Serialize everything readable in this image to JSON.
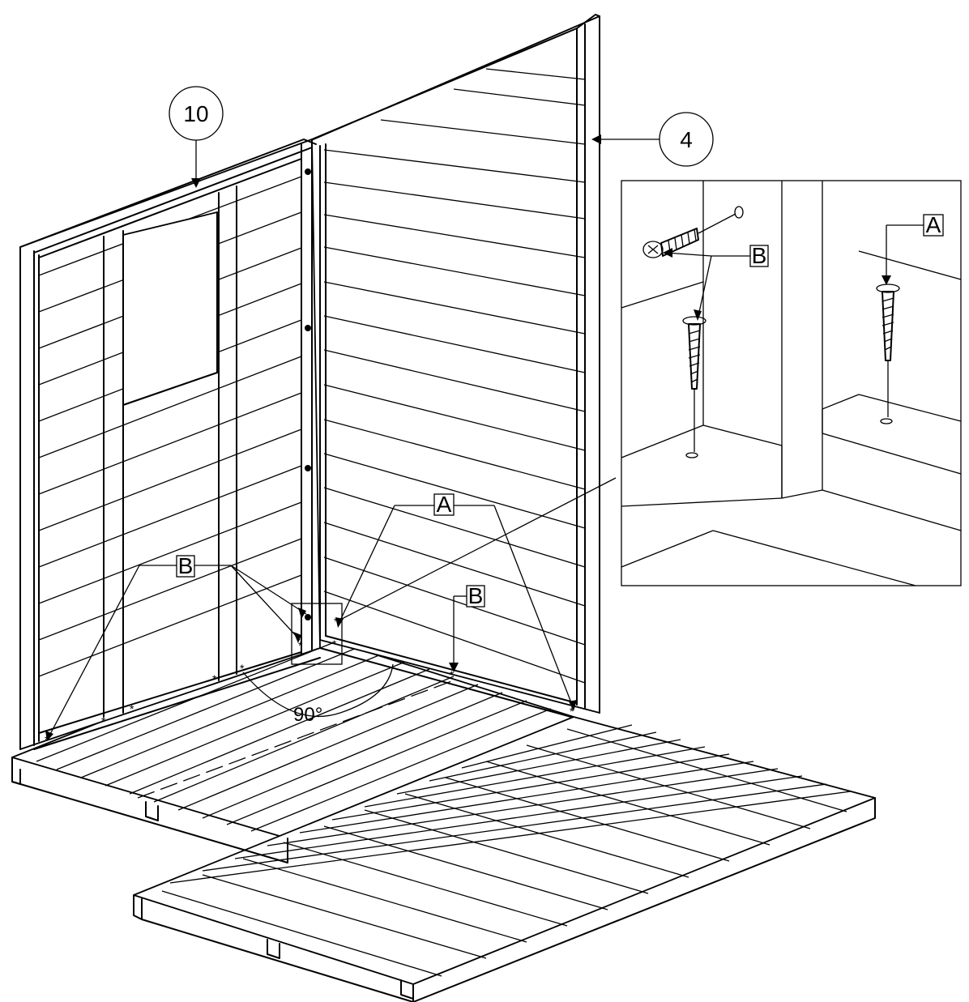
{
  "callouts": {
    "part_10": "10",
    "part_4": "4"
  },
  "labels": {
    "screw_a": "A",
    "screw_b": "B"
  },
  "angle": "90°"
}
